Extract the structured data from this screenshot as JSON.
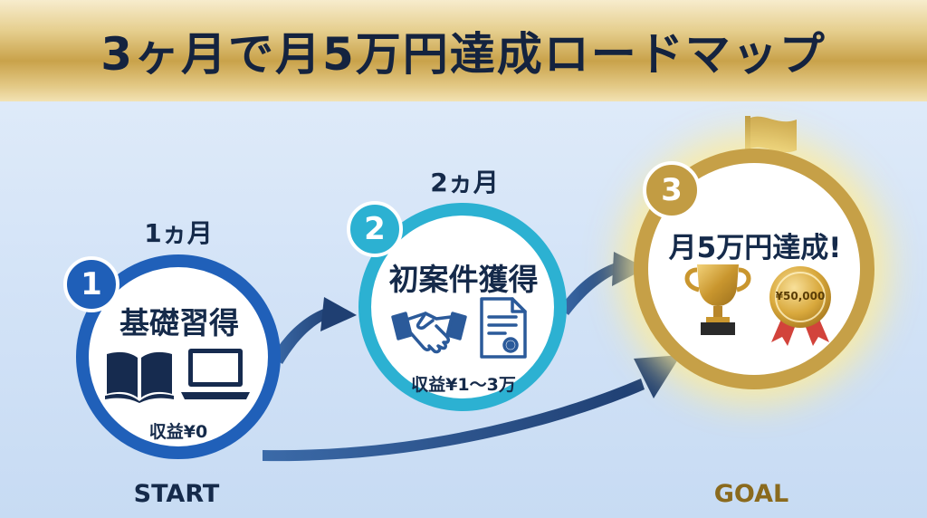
{
  "title": "3ヶ月で月5万円達成ロードマップ",
  "steps": [
    {
      "number": "1",
      "month": "1ヵ月",
      "label": "基礎習得",
      "income": "収益¥0",
      "icons": [
        "open-book-icon",
        "laptop-icon"
      ]
    },
    {
      "number": "2",
      "month": "2ヵ月",
      "label": "初案件獲得",
      "income": "収益¥1～3万",
      "icons": [
        "handshake-icon",
        "contract-document-icon"
      ]
    },
    {
      "number": "3",
      "label": "月5万円達成!",
      "medal": "¥50,000",
      "icons": [
        "trophy-icon",
        "medal-icon",
        "goal-flag-icon"
      ]
    }
  ],
  "start_label": "START",
  "goal_label": "GOAL",
  "colors": {
    "navy": "#152a4a",
    "step1": "#2060b9",
    "step2": "#2cb1d2",
    "gold": "#c6a047",
    "arrow": "#2a4f86"
  }
}
